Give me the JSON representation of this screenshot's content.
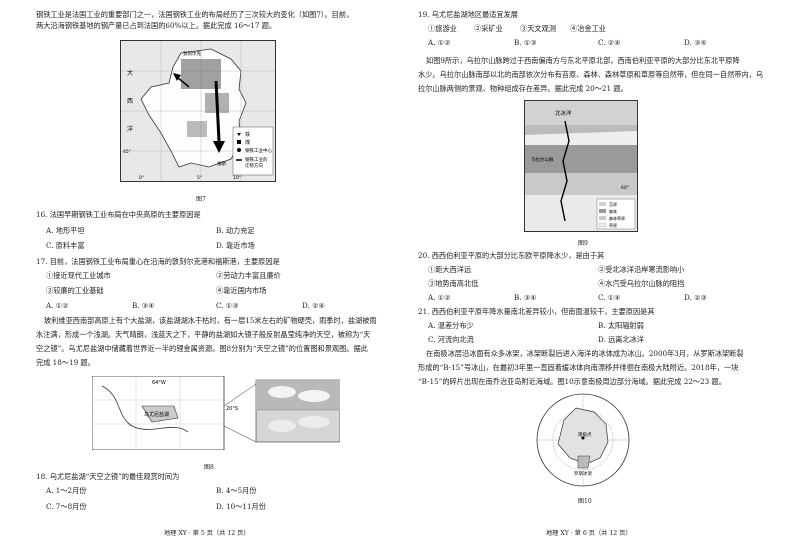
{
  "left": {
    "intro": [
      "钢铁工业是法国工业的重要部门之一，法国钢铁工业的布局经历了三次较大的变化（如图7）。目前，",
      "两大沿海钢铁基地的钢产量已占到法国的60%以上。据此完成 16～17 题。"
    ],
    "fig7_caption": "图7",
    "fig7_labels": {
      "ocean": "大",
      "ocean2": "西",
      "ocean3": "洋",
      "lon1": "0°",
      "lon2": "5°",
      "lon3": "10°",
      "lat": "45°",
      "legend1": "铁",
      "legend2": "煤",
      "legend3": "钢铁工业中心",
      "legend4": "钢铁工业的",
      "legend5": "迁移方向",
      "city1": "敦刻尔克",
      "city2": "福斯"
    },
    "q16": {
      "stem": "16. 法国早期钢铁工业布局在中央高原的主要原因是",
      "A": "A. 地形平坦",
      "B": "B. 动力充足",
      "C": "C. 原料丰富",
      "D": "D. 靠近市场"
    },
    "q17": {
      "stem": "17. 目前，法国钢铁工业布局重心在沿海的敦刻尔克港和福斯港，主要原因是",
      "o1": "①接近现代工业城市",
      "o2": "②劳动力丰富且廉价",
      "o3": "③较廉的工业基础",
      "o4": "④靠近国内市场",
      "A": "A. ①②",
      "B": "B. ③④",
      "C": "C. ①③",
      "D": "D. ②④"
    },
    "para2": [
      "玻利维亚西南部高原上有个大盐湖，该盐湖湖水干枯时，有一层15米左右的矿物硬壳，雨季时，盐湖被雨",
      "水注满，形成一个浅湖。天气晴朗，浅蓝天之下，平静的盐湖如大镜子般反射晶莹纯净的天空，被称为“天",
      "空之镜”。乌尤尼盐湖中储藏着世界近一半的锂金属资源。图8分别为“天空之镜”的位置图和景观图。据此",
      "完成 18～19 题。"
    ],
    "fig8_caption": "图8",
    "fig8_labels": {
      "lon": "64°W",
      "lat": "20°S",
      "place": "乌尤尼盐湖"
    },
    "q18": {
      "stem": "18. 乌尤尼盐湖“天空之镜”的最佳观赏时间为",
      "A": "A. 1～2月份",
      "B": "B. 4～5月份",
      "C": "C. 7～8月份",
      "D": "D. 10～11月份"
    },
    "footer": "地理 XY · 第 5 页（共 12 页）"
  },
  "right": {
    "q19": {
      "stem": "19. 乌尤尼盐湖地区最适宜发展",
      "o1": "①旅游业",
      "o2": "②采矿业",
      "o3": "③天文观测",
      "o4": "④冶金工业",
      "A": "A. ①②",
      "B": "B. ①③",
      "C": "C. ②④",
      "D": "D. ③④"
    },
    "para3": [
      "如图9所示，乌拉尔山脉跨过于西南偏南方与东北平原北部，西南伯利亚平原的大部分比东北平原降",
      "水少。乌拉尔山脉南部以北的南部依次分布有苔原、森林、森林草原和草原等自然带，但在同一自然带内，乌",
      "拉尔山脉两侧的景观、物种组成存在差异。据此完成 20～21 题。"
    ],
    "fig9_caption": "图9",
    "fig9_labels": {
      "sea": "北冰洋",
      "range": "乌拉尔山脉",
      "lat": "60°",
      "lng1": "苔原",
      "lng2": "森林",
      "lng3": "森林草原",
      "lng4": "草原"
    },
    "q20": {
      "stem": "20. 西西伯利亚平原的大部分比东欧平原降水少，是由于其",
      "o1": "①距大西洋远",
      "o2": "②受北冰洋沿岸寒流影响小",
      "o3": "③地势南高北低",
      "o4": "④水汽受乌拉尔山脉的阻挡",
      "A": "A. ①②",
      "B": "B. ③④",
      "C": "C. ①④",
      "D": "D. ②③"
    },
    "q21": {
      "stem": "21. 西西伯利亚平原年降水量南北差异较小，但南面温较干，主要原因是其",
      "A": "A. 温差分布少",
      "B": "B. 太阳辐射弱",
      "C": "C. 河流向北流",
      "D": "D. 远离北冰洋"
    },
    "para4": [
      "在南极冰层沿冰面有众多冰架，冰架断裂后进入海洋的冰体成为冰山。2000年3月，从罗斯冰架断裂",
      "形成的“B-15”号冰山，在最初3年里一直固着缓冰体向南漂移并徘徊在南极大陆附近。2018年，一块",
      "“B-15”的碎片出现在南乔治亚岛附近海域。图10示意南极周边部分海域。据此完成 22～23 题。"
    ],
    "fig10_caption": "图10",
    "fig10_labels": {
      "station": "南极点",
      "shelf": "罗斯冰架"
    },
    "footer": "地理 XY · 第 6 页（共 12 页）"
  }
}
